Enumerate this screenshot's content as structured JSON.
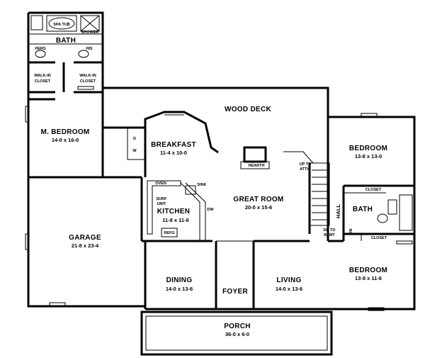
{
  "rooms": {
    "bath": {
      "name": "BATH"
    },
    "spa_tub": "SPA TUB",
    "shower": "SHOWER",
    "hers": "HERS",
    "his": "HIS",
    "walkin_left": [
      "WALK-IN",
      "CLOSET"
    ],
    "walkin_right": [
      "WALK-IN",
      "CLOSET"
    ],
    "master": {
      "name": "M. BEDROOM",
      "dim": "14-0 x 16-0"
    },
    "wood_deck": {
      "name": "WOOD DECK"
    },
    "breakfast": {
      "name": "BREAKFAST",
      "dim": "11-4 x 10-0"
    },
    "dw_top": "D",
    "dw_bottom": "W",
    "bedroom1": {
      "name": "BEDROOM",
      "dim": "13-8 x 13-0"
    },
    "hearth": "HEARTH",
    "up_to_attic": [
      "UP TO",
      "ATTIC"
    ],
    "great_room": {
      "name": "GREAT ROOM",
      "dim": "20-0 x 15-6"
    },
    "closet_upper": "CLOSET",
    "hall": "HALL",
    "bath2": {
      "name": "BATH"
    },
    "lin": "LIN",
    "closet_lower": "CLOSET",
    "dn_to_bsmt": [
      "DN TO",
      "BSMT"
    ],
    "oven": "OVEN",
    "sink": "SINK",
    "surf_unit": [
      "SURF",
      "UNIT"
    ],
    "kitchen": {
      "name": "KITCHEN",
      "dim": "11-8 x 11-6"
    },
    "dw_kitchen": "DW",
    "refg": "REFG",
    "garage": {
      "name": "GARAGE",
      "dim": "21-8 x 23-4"
    },
    "dining": {
      "name": "DINING",
      "dim": "14-0 x 13-6"
    },
    "foyer": {
      "name": "FOYER"
    },
    "living": {
      "name": "LIVING",
      "dim": "14-0 x 13-6"
    },
    "bedroom2": {
      "name": "BEDROOM",
      "dim": "13-8 x 11-6"
    },
    "porch": {
      "name": "PORCH",
      "dim": "36-0 x 6-0"
    }
  }
}
